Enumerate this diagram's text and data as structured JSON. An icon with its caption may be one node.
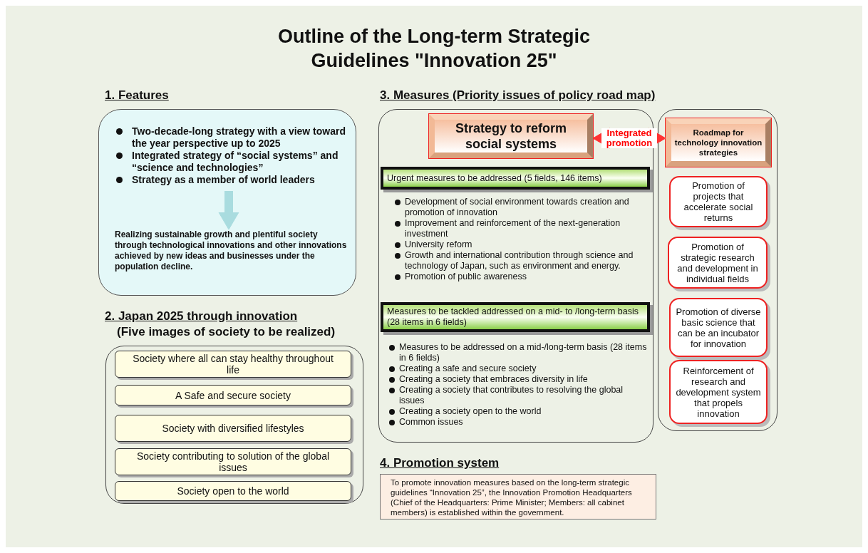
{
  "diagram": {
    "title": "Outline of the Long-term Strategic Guidelines \"Innovation 25\"",
    "nodes": [
      {
        "text": [],
        "shape": "box"
      },
      {
        "text": [
          "Two-decade-long strategy with a view toward the year perspective up to 2025",
          "Integrated strategy of “social systems” and “science and technologies”",
          "Strategy as a member of world leaders"
        ],
        "in": 0
      },
      {
        "text": [
          "Realizing sustainable growth and plentiful society through technological innovations and other innovations achieved by new ideas and businesses under the population decline."
        ],
        "in": 0
      },
      {
        "text": [],
        "shape": "box"
      },
      {
        "text": [
          "Society where all can stay healthy throughout life"
        ],
        "in": 3
      },
      {
        "text": [
          "A Safe and secure society"
        ],
        "in": 3
      },
      {
        "text": [
          "Society with diversified lifestyles"
        ],
        "in": 3
      },
      {
        "text": [
          "Society contributing to solution of the global issues"
        ],
        "in": 3
      },
      {
        "text": [
          "Society open to the world"
        ],
        "in": 3
      },
      {
        "text": [],
        "shape": "box"
      },
      {
        "text": [
          "Strategy to reform social systems"
        ],
        "in": 9
      },
      {
        "text": [
          "Urgent measures to be addressed (5 fields, 146 items)"
        ],
        "in": 9
      },
      {
        "text": [
          "Development of social environment towards creation and promotion of innovation",
          "Improvement and reinforcement of the next-generation investment",
          "University reform",
          "Growth and international contribution through science and technology of Japan, such as environment and energy.",
          "Promotion of public awareness"
        ],
        "in": 9
      },
      {
        "text": [
          "Measures to be tackled addressed on a mid- to /long-term basis (28 items in 6 fields)"
        ],
        "in": 9
      },
      {
        "text": [
          "Measures to be addressed on a mid-/long-term basis (28 items in 6 fields)",
          "Creating a safe and secure society",
          "Creating a society that embraces diversity in life",
          "Creating a society that contributes to resolving the global issues",
          "Creating a society open to the world",
          "Common issues"
        ],
        "in": 9
      },
      {
        "text": [],
        "shape": "box"
      },
      {
        "text": [
          "Roadmap for technology innovation strategies"
        ],
        "in": 15
      },
      {
        "text": [
          "Promotion of projects that accelerate social returns"
        ],
        "in": 15
      },
      {
        "text": [
          "Promotion of strategic research and development in individual fields"
        ],
        "in": 15
      },
      {
        "text": [
          "Promotion of diverse basic science that can be an incubator for innovation"
        ],
        "in": 15
      },
      {
        "text": [
          "Reinforcement of research and development system that propels innovation"
        ],
        "in": 15
      },
      {
        "text": [
          "To promote innovation measures based on the long-term strategic guidelines “Innovation 25”, the Innovation Promotion Headquarters (Chief of the Headquarters: Prime Minister; Members: all cabinet members) is established within the government."
        ]
      }
    ],
    "edges": [
      {
        "from": 1,
        "to": 2,
        "arrow": "to"
      },
      {
        "from": 10,
        "to": 16,
        "arrow": "both",
        "label": "Integrated promotion",
        "color": "#ff3333"
      }
    ],
    "labels": [
      "1. Features",
      "2. Japan 2025 through innovation",
      "(Five images of society to be realized)",
      "3. Measures (Priority issues of policy road map)",
      "4. Promotion system"
    ]
  }
}
